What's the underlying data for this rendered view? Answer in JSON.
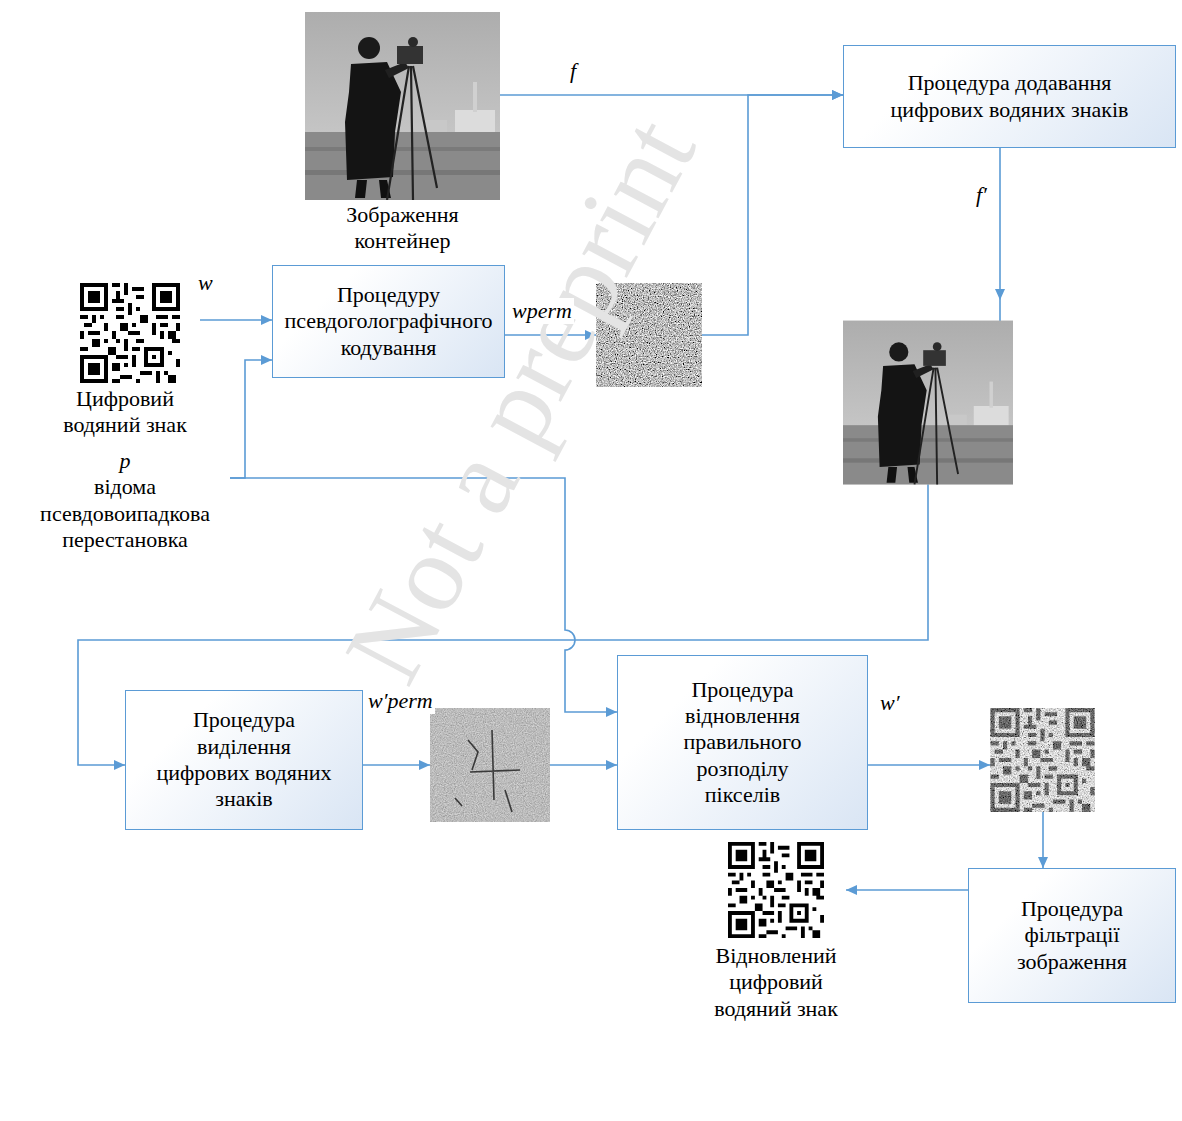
{
  "diagram": {
    "nodes": [
      {
        "text": [
          "Зображення контейнер"
        ]
      },
      {
        "text": [
          "Процедура додавання цифрових водяних знаків"
        ]
      },
      {
        "text": [
          "Цифровий водяний знак"
        ]
      },
      {
        "text": [
          "Процедуру псевдоголографічного кодування"
        ]
      },
      {
        "text": [
          "p",
          "відома псевдовоипадкова перестановка"
        ]
      },
      {
        "text": [
          "Процедура виділення цифрових водяних знаків"
        ]
      },
      {
        "text": [
          "Процедура відновлення правильного розподілу пікселів"
        ]
      },
      {
        "text": [
          "Процедура фільтрації зображення"
        ]
      },
      {
        "text": [
          "Відновлений цифровий водяний знак"
        ]
      }
    ],
    "edges": [
      {
        "from": 0,
        "to": 1,
        "label": "f",
        "arrow": "to"
      },
      {
        "from": 2,
        "to": 3,
        "label": "w",
        "arrow": "to"
      },
      {
        "from": 4,
        "to": 3,
        "arrow": "to"
      },
      {
        "from": 3,
        "to": 1,
        "label": "wperm",
        "arrow": "to"
      },
      {
        "from": 1,
        "to": 5,
        "label": "f′",
        "arrow": "to"
      },
      {
        "from": 4,
        "to": 6,
        "arrow": "to"
      },
      {
        "from": 5,
        "to": 6,
        "label": "w′perm",
        "arrow": "to"
      },
      {
        "from": 6,
        "to": 7,
        "label": "w′",
        "arrow": "to"
      },
      {
        "from": 7,
        "to": 8,
        "arrow": "to"
      }
    ],
    "labels": [
      "Not a preprint"
    ]
  }
}
